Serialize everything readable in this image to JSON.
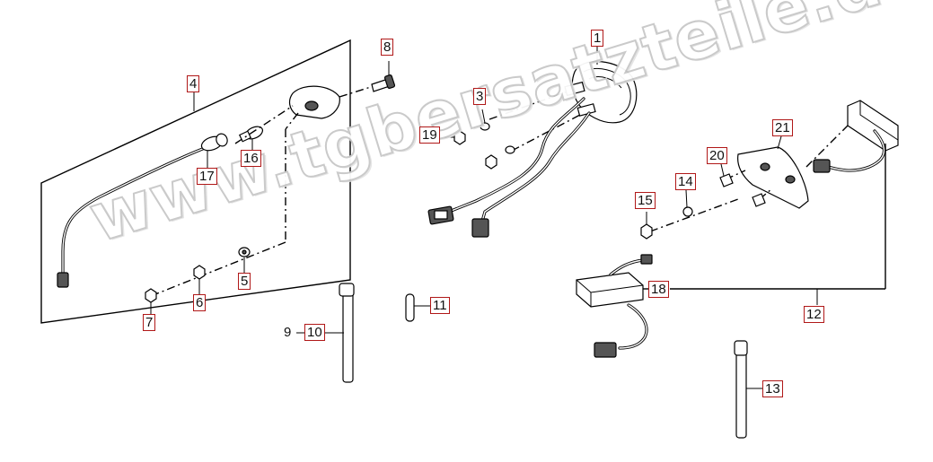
{
  "diagram": {
    "watermark": "www.tgbersatzteile.de",
    "accent_color": "#b01818",
    "part_labels": {
      "p1": "1",
      "p3": "3",
      "p4": "4",
      "p5": "5",
      "p6": "6",
      "p7": "7",
      "p8": "8",
      "p9": "9",
      "p10": "10",
      "p11": "11",
      "p12": "12",
      "p13": "13",
      "p14": "14",
      "p15": "15",
      "p16": "16",
      "p17": "17",
      "p18": "18",
      "p19": "19",
      "p20": "20",
      "p21": "21"
    }
  }
}
